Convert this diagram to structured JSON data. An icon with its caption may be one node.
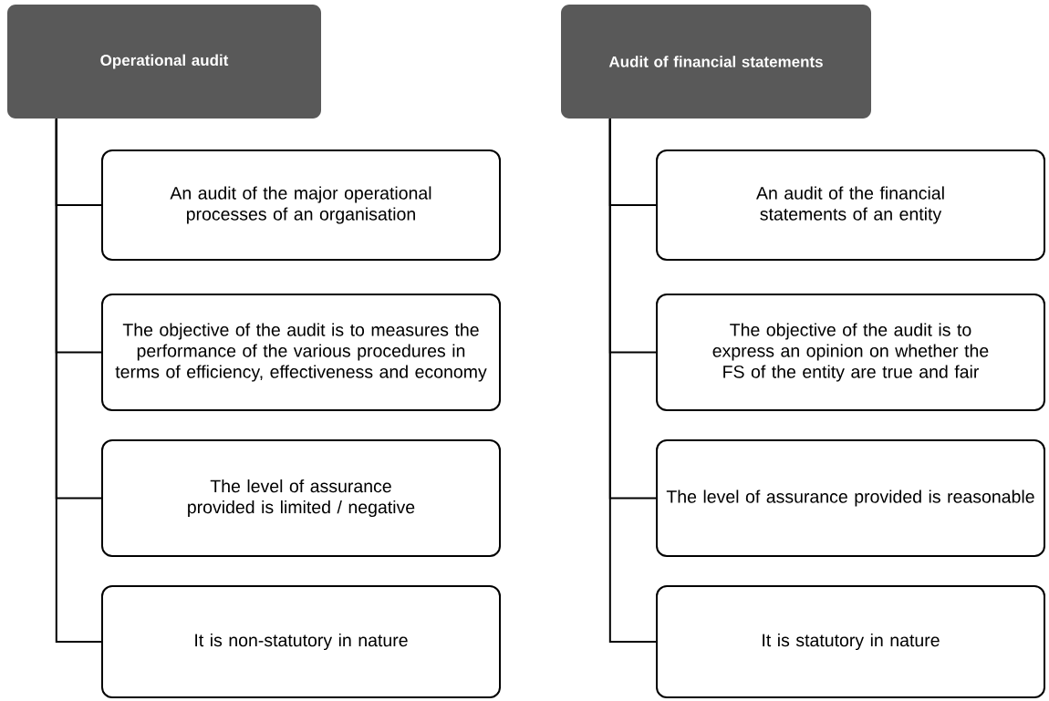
{
  "diagram": {
    "nodes": [
      {
        "text": [
          "Operational audit"
        ]
      },
      {
        "text": [
          "An audit of the major operational processes of an organisation"
        ]
      },
      {
        "text": [
          "The objective of the audit is to measures the performance of the various procedures in terms of efficiency, effectiveness and economy"
        ]
      },
      {
        "text": [
          "The level of assurance provided is limited / negative"
        ]
      },
      {
        "text": [
          "It is non-statutory in nature"
        ]
      },
      {
        "text": [
          "Audit of financial statements"
        ]
      },
      {
        "text": [
          "An audit of the financial statements of an entity"
        ]
      },
      {
        "text": [
          "The objective of  the audit is to express an opinion on whether the FS of the entity are true and fair"
        ]
      },
      {
        "text": [
          "The level of assurance provided is reasonable"
        ]
      },
      {
        "text": [
          "It is statutory in nature"
        ]
      }
    ],
    "edges": [
      {
        "from": 0,
        "to": 1,
        "arrow": "none"
      },
      {
        "from": 0,
        "to": 2,
        "arrow": "none"
      },
      {
        "from": 0,
        "to": 3,
        "arrow": "none"
      },
      {
        "from": 0,
        "to": 4,
        "arrow": "none"
      },
      {
        "from": 5,
        "to": 6,
        "arrow": "none"
      },
      {
        "from": 5,
        "to": 7,
        "arrow": "none"
      },
      {
        "from": 5,
        "to": 8,
        "arrow": "none"
      },
      {
        "from": 5,
        "to": 9,
        "arrow": "none"
      }
    ]
  }
}
